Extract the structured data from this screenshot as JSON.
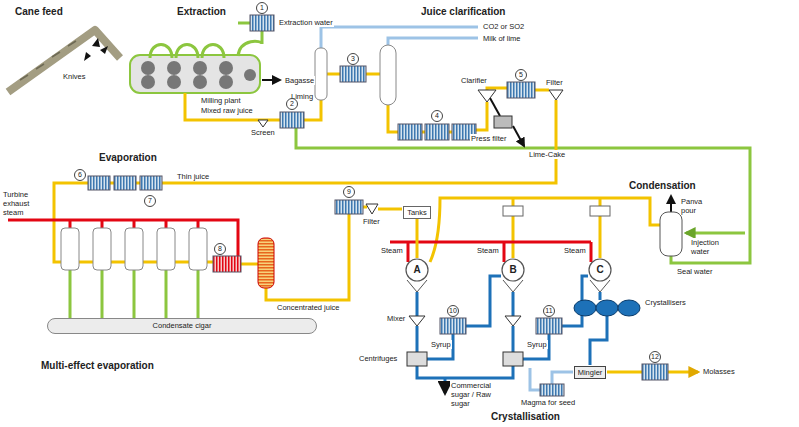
{
  "diagram": {
    "nodes": [
      {
        "text": [
          "Tanks"
        ]
      },
      {
        "text": [
          "A"
        ]
      },
      {
        "text": [
          "B"
        ]
      },
      {
        "text": [
          "C"
        ]
      },
      {
        "text": [
          "Condensate cigar"
        ]
      },
      {
        "text": [
          "Mingler"
        ]
      }
    ],
    "edges": [
      {
        "from": 0,
        "to": 1,
        "arrow": "none"
      }
    ],
    "labels": [
      "Cane feed",
      "Knives",
      "Extraction",
      "Extraction water",
      "Bagasse",
      "Milling plant",
      "Mixed raw juice",
      "Screen",
      "Juice clarification",
      "CO2 or SO2",
      "Milk of lime",
      "Liming",
      "Clarifier",
      "Filter",
      "Press filter",
      "Lime-Cake",
      "Evaporation",
      "Thin juice",
      "Turbine exhaust steam",
      "Multi-effect evaporation",
      "Concentrated juice",
      "Filter",
      "Steam",
      "Steam",
      "Steam",
      "Condensation",
      "Panva pour",
      "Injection water",
      "Seal water",
      "Crystallisers",
      "Mixer",
      "Syrup",
      "Centrifuges",
      "Syrup",
      "Commercial sugar / Raw sugar",
      "Magma for seed",
      "Molasses",
      "Crystallisation",
      "1",
      "2",
      "3",
      "4",
      "5",
      "6",
      "7",
      "8",
      "9",
      "10",
      "11",
      "12"
    ]
  }
}
